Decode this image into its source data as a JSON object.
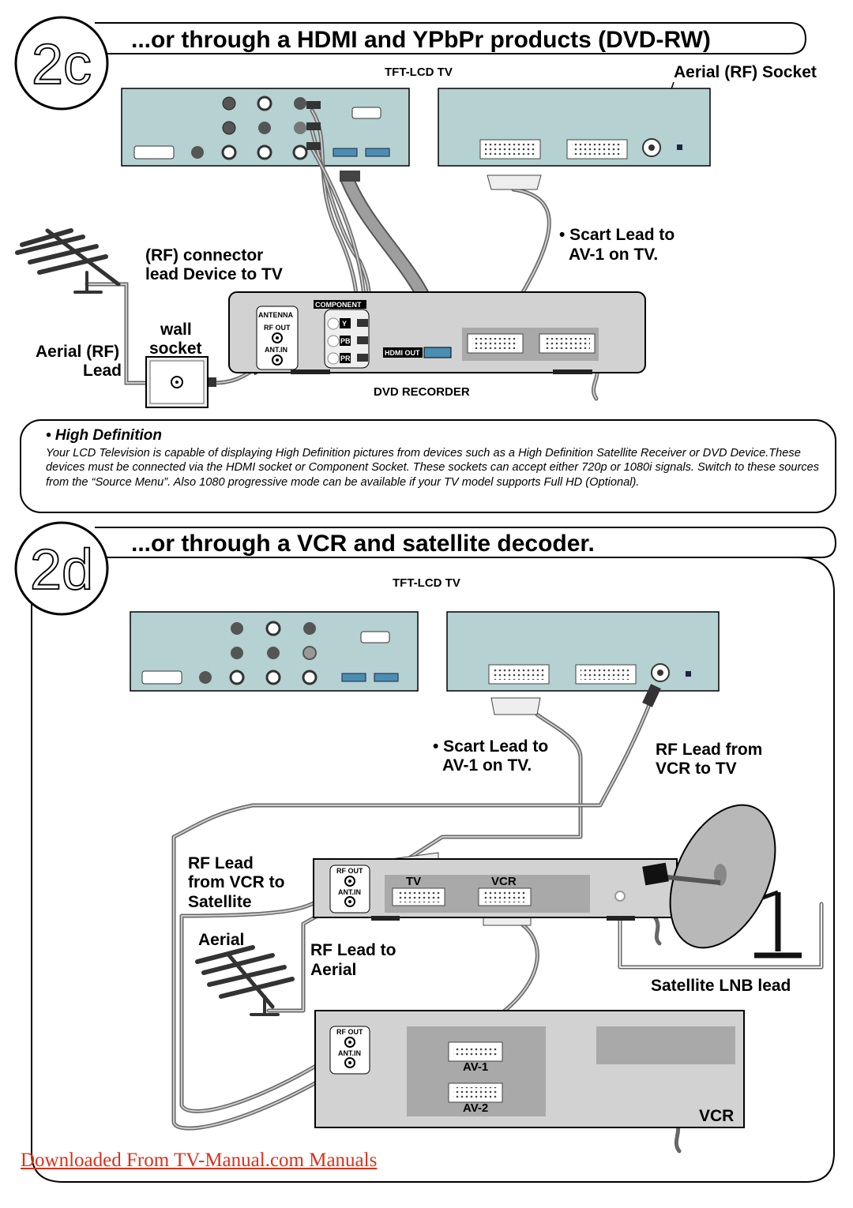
{
  "section_2c": {
    "number": "2c",
    "title": "...or through a HDMI and YPbPr products (DVD-RW)",
    "tv_label": "TFT-LCD TV",
    "aerial_socket_label": "Aerial (RF) Socket",
    "scart_lead_line1": "• Scart Lead to",
    "scart_lead_line2": "AV-1 on TV.",
    "rf_connector_line1": "(RF) connector",
    "rf_connector_line2": "lead Device to TV",
    "wall_socket_line1": "wall",
    "wall_socket_line2": "socket",
    "aerial_lead_line1": "Aerial (RF)",
    "aerial_lead_line2": "Lead",
    "dvd_recorder_label": "DVD RECORDER",
    "antenna_label": "ANTENNA",
    "rf_out_label": "RF OUT",
    "ant_in_label": "ANT.IN",
    "component_label": "COMPONENT",
    "y_label": "Y",
    "pb_label": "PB",
    "pr_label": "PR",
    "hdmi_out_label": "HDMI OUT"
  },
  "high_definition": {
    "title": "• High Definition",
    "body": "Your LCD Television is capable of displaying High Definition pictures from devices such as a High Definition Satellite Receiver or DVD Device.These devices must be connected via the HDMI socket or Component Socket. These sockets can accept either 720p or 1080i signals. Switch to these sources from the “Source Menu”. Also 1080 progressive mode can be available if your TV model supports Full HD (Optional)."
  },
  "section_2d": {
    "number": "2d",
    "title": "...or through a VCR and satellite decoder.",
    "tv_label": "TFT-LCD TV",
    "scart_lead_line1": "• Scart Lead to",
    "scart_lead_line2": "AV-1 on TV.",
    "rf_lead_vcr_tv_line1": "RF Lead from",
    "rf_lead_vcr_tv_line2": "VCR to TV",
    "rf_lead_sat_line1": "RF Lead",
    "rf_lead_sat_line2": "from VCR to",
    "rf_lead_sat_line3": "Satellite",
    "aerial_label": "Aerial",
    "rf_lead_aerial_line1": "RF Lead to",
    "rf_lead_aerial_line2": "Aerial",
    "satellite_lnb_label": "Satellite LNB lead",
    "sat_tv_label": "TV",
    "sat_vcr_label": "VCR",
    "rf_out_label": "RF OUT",
    "ant_in_label": "ANT.IN",
    "av1_label": "AV-1",
    "av2_label": "AV-2",
    "vcr_label": "VCR"
  },
  "footer": {
    "link_text": "Downloaded From TV-Manual.com Manuals"
  },
  "colors": {
    "panel": "#b5d1d1",
    "device": "#d2d2d2",
    "inner": "#a9a9a9",
    "cable": "#9e9e9e",
    "footer_link": "#d9301c"
  }
}
